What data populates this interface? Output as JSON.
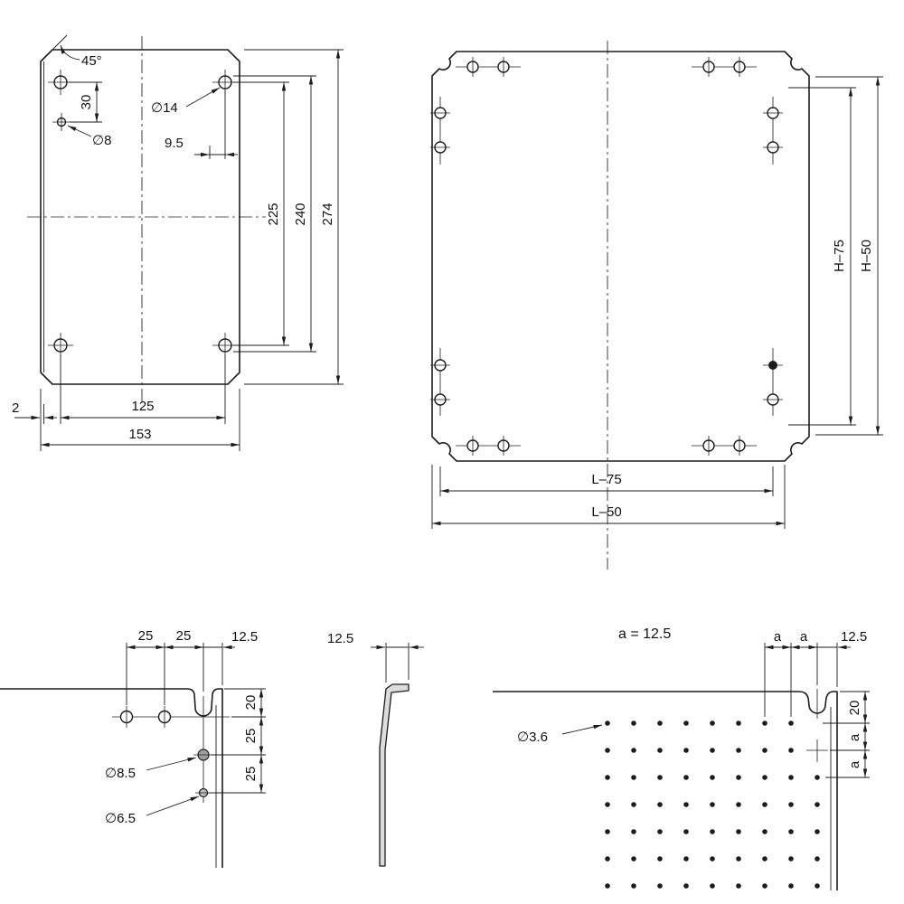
{
  "line_color": "#1c1c1c",
  "background_color": "#ffffff",
  "front_view": {
    "angle_45": "45°",
    "dim_30": "30",
    "dia_14": "∅14",
    "dia_8": "∅8",
    "dim_9_5": "9.5",
    "dim_225": "225",
    "dim_240": "240",
    "dim_274": "274",
    "dim_2": "2",
    "dim_125": "125",
    "dim_153": "153"
  },
  "rear_view": {
    "dim_h75": "H–75",
    "dim_h50": "H–50",
    "dim_l75": "L–75",
    "dim_l50": "L–50"
  },
  "corner_detail": {
    "dim_25_left": "25",
    "dim_25_right": "25",
    "dim_12_5": "12.5",
    "dim_20": "20",
    "dim_25_upper": "25",
    "dim_25_lower": "25",
    "dia_8_5": "∅8.5",
    "dia_6_5": "∅6.5"
  },
  "edge_profile": {
    "dim_12_5": "12.5"
  },
  "perforation_detail": {
    "note_a": "a = 12.5",
    "dim_a_top_1": "a",
    "dim_a_top_2": "a",
    "dim_12_5": "12.5",
    "dim_20": "20",
    "dim_a_side_1": "a",
    "dim_a_side_2": "a",
    "dia_3_6": "∅3.6"
  }
}
